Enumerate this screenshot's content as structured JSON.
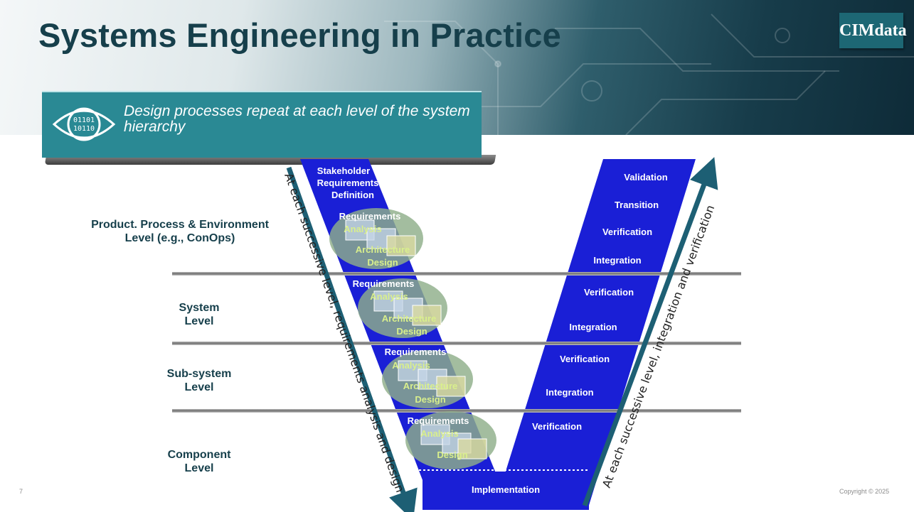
{
  "slide": {
    "title": "Systems Engineering in Practice",
    "logo": "CIMdata",
    "callout": "Design processes repeat at each level of the system hierarchy",
    "page_number": "7",
    "copyright": "Copyright © 2025"
  },
  "levels": [
    {
      "line1": "Product. Process & Environment",
      "line2": "Level (e.g., ConOps)"
    },
    {
      "line1": "System",
      "line2": "Level"
    },
    {
      "line1": "Sub-system",
      "line2": "Level"
    },
    {
      "line1": "Component",
      "line2": "Level"
    }
  ],
  "left_leg": {
    "stakeholder": [
      "Stakeholder",
      "Requirements",
      "Definition"
    ],
    "groups": [
      {
        "top": "Requirements",
        "mid": "Analysis",
        "bottom": [
          "Architecture",
          "Design"
        ]
      },
      {
        "top": "Requirements",
        "mid": "Analysis",
        "bottom": [
          "Architecture",
          "Design"
        ]
      },
      {
        "top": "Requirements",
        "mid": "Analysis",
        "bottom": [
          "Architecture",
          "Design"
        ]
      },
      {
        "top": "Requirements",
        "mid": "Analysis",
        "bottom": [
          "Design"
        ]
      }
    ]
  },
  "right_leg": [
    "Validation",
    "Transition",
    "Verification",
    "Integration",
    "Verification",
    "Integration",
    "Verification",
    "Integration",
    "Verification"
  ],
  "bottom_label": "Implementation",
  "arrows": {
    "left": "At each successive level, requirements analysis and design",
    "right": "At each successive level, integration and verification"
  },
  "colors": {
    "v_fill": "#1a1fd6",
    "arrow": "#1d5f74",
    "title": "#163f4b",
    "callout": "#2a8994",
    "ellipse": "#8fae8a",
    "process_label": "#d9ef8c"
  }
}
